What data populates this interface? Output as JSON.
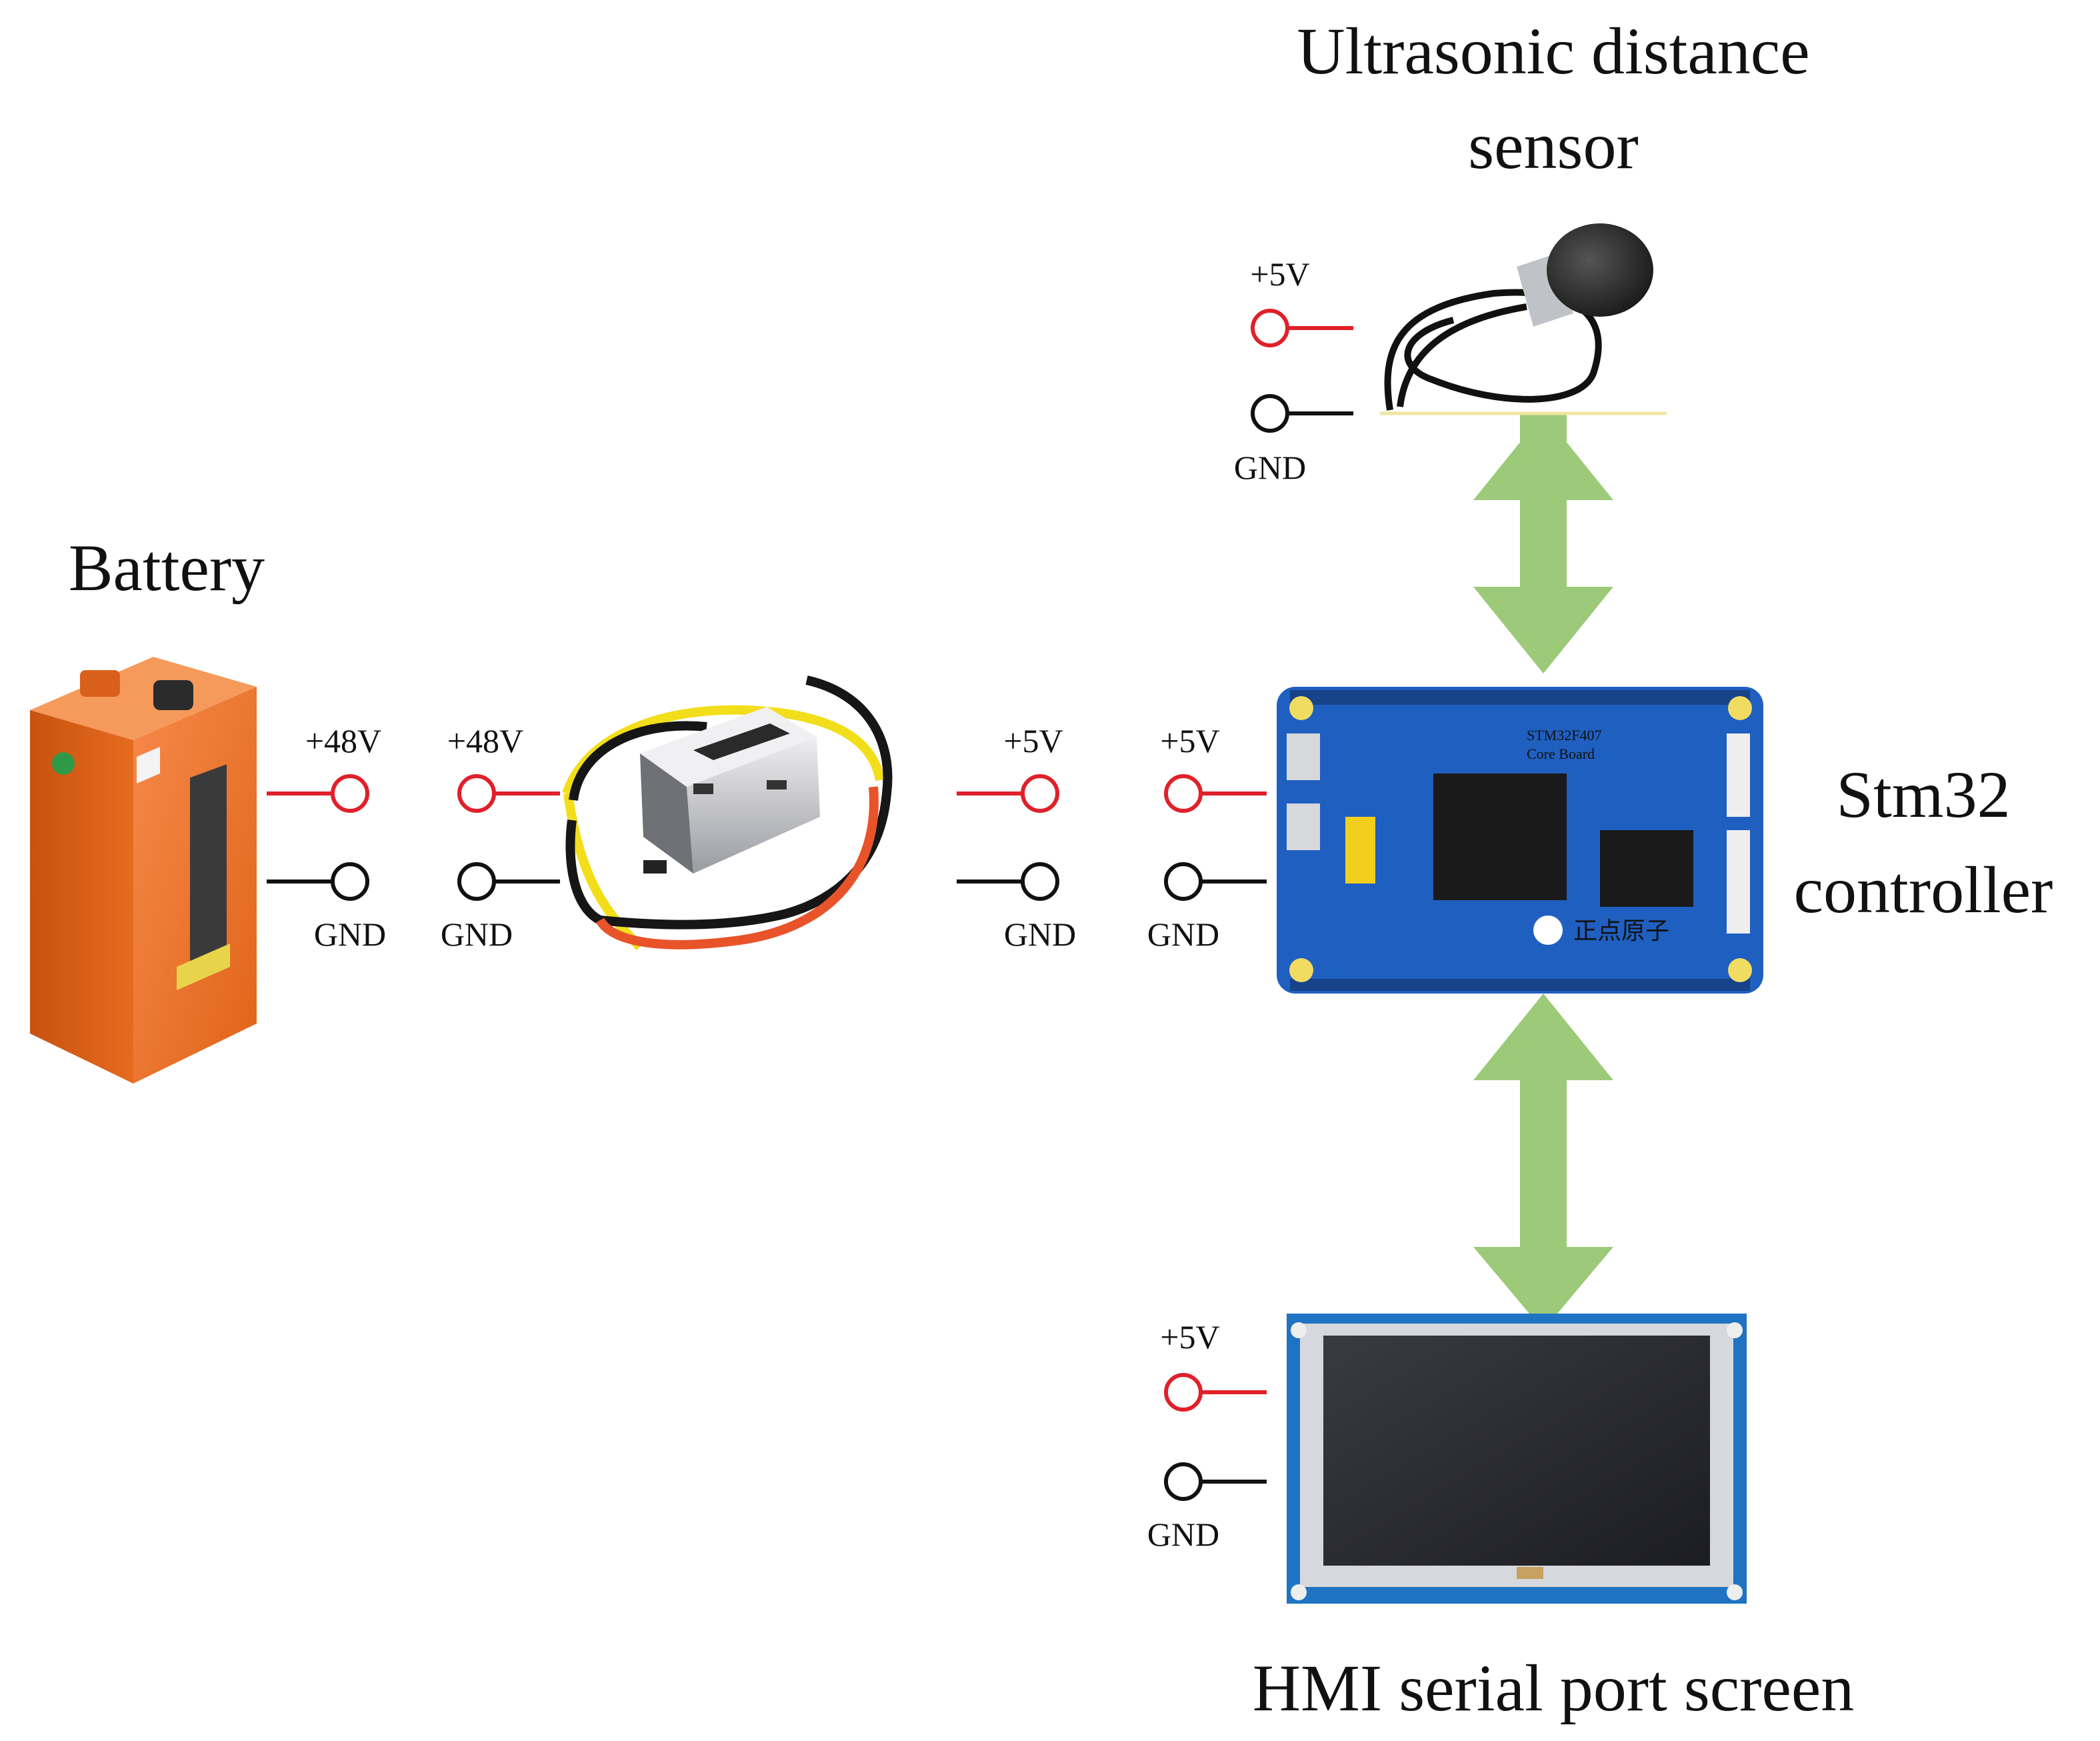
{
  "labels": {
    "ultrasonic_line1": "Ultrasonic distance",
    "ultrasonic_line2": "sensor",
    "battery": "Battery",
    "stm32_line1": "Stm32",
    "stm32_line2": "controller",
    "hmi": "HMI serial port screen"
  },
  "terminals": {
    "battery_pos": "+48V",
    "battery_gnd": "GND",
    "converter_in_pos": "+48V",
    "converter_in_gnd": "GND",
    "converter_out_pos": "+5V",
    "converter_out_gnd": "GND",
    "stm32_pos": "+5V",
    "stm32_gnd": "GND",
    "sensor_pos": "+5V",
    "sensor_gnd": "GND",
    "hmi_pos": "+5V",
    "hmi_gnd": "GND"
  },
  "board_markings": {
    "chip_model": "STM32F407",
    "board_name": "Core Board",
    "brand": "正点原子"
  },
  "colors": {
    "positive_terminal": "#e0202a",
    "ground_terminal": "#111111",
    "arrow": "#9cca78",
    "battery": "#f0772a",
    "pcb": "#1f5fc0",
    "screen": "#2a2b30"
  },
  "icons": {
    "battery": "battery-pack-icon",
    "converter": "dc-dc-converter-icon",
    "controller": "stm32-board-icon",
    "sensor": "ultrasonic-sensor-icon",
    "screen": "lcd-screen-icon"
  }
}
